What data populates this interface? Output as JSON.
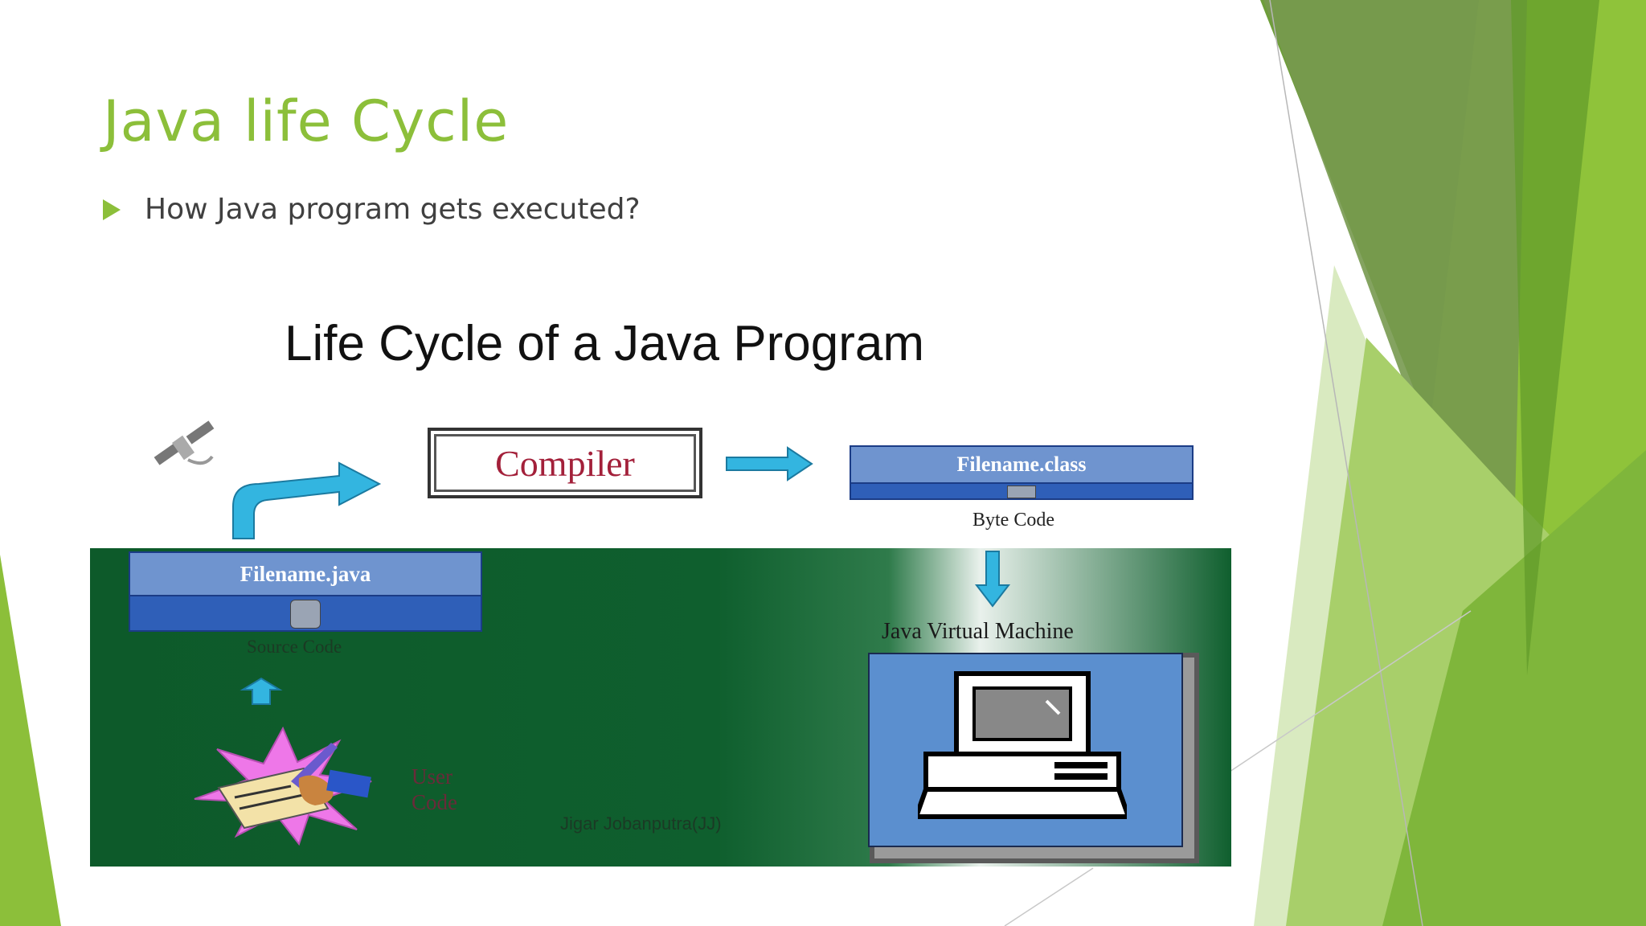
{
  "slide": {
    "title": "Java life Cycle",
    "bullet": "How Java program gets executed?"
  },
  "diagram": {
    "title": "Life Cycle of a Java Program",
    "compiler": "Compiler",
    "class_file": "Filename.class",
    "byte_code": "Byte Code",
    "java_file": "Filename.java",
    "source_code": "Source Code",
    "user_code": "User Code",
    "jvm": "Java Virtual Machine",
    "credit": "Jigar Jobanputra(JJ)"
  },
  "colors": {
    "accent_green": "#8cbf3a",
    "band_green": "#0f5f2e",
    "arrow_cyan": "#33b5e0"
  }
}
